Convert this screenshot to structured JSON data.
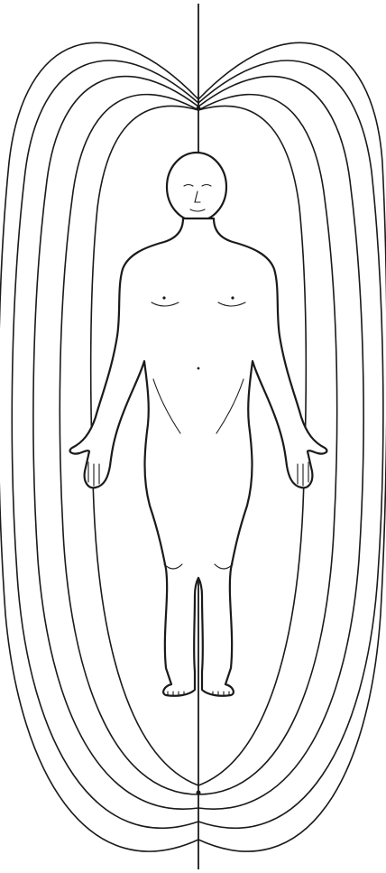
{
  "diagram": {
    "kind": "human-body-field-lines",
    "colors": {
      "line": "#1a1a1a",
      "background": "#ffffff"
    },
    "field_line_pairs": 5,
    "has_vertical_axis": true,
    "poles": [
      "top",
      "bottom"
    ]
  }
}
